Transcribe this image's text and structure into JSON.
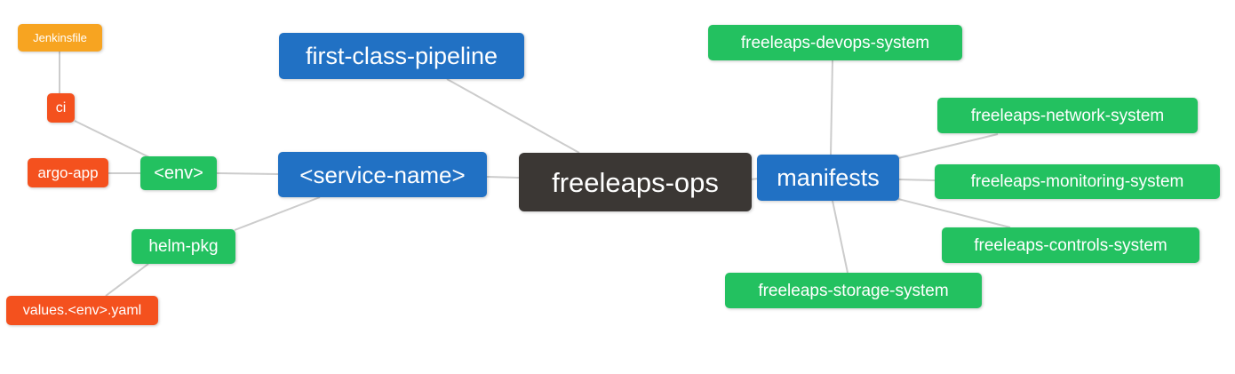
{
  "diagram": {
    "type": "mindmap",
    "root_label": "freeleaps-ops",
    "palette": {
      "background": "#ffffff",
      "text": "#ffffff",
      "edge": "#cccccc",
      "blue": "#2171c4",
      "green": "#23c160",
      "orange": "#f7a421",
      "red": "#f4511e",
      "dark": "#3b3734"
    },
    "nodes": [
      {
        "id": "jenkinsfile",
        "label": "Jenkinsfile",
        "color": "orange"
      },
      {
        "id": "ci",
        "label": "ci",
        "color": "red"
      },
      {
        "id": "argo-app",
        "label": "argo-app",
        "color": "red"
      },
      {
        "id": "env",
        "label": "<env>",
        "color": "green"
      },
      {
        "id": "first-class-pipeline",
        "label": "first-class-pipeline",
        "color": "blue"
      },
      {
        "id": "service-name",
        "label": "<service-name>",
        "color": "blue"
      },
      {
        "id": "freeleaps-ops",
        "label": "freeleaps-ops",
        "color": "dark"
      },
      {
        "id": "manifests",
        "label": "manifests",
        "color": "blue"
      },
      {
        "id": "freeleaps-devops-system",
        "label": "freeleaps-devops-system",
        "color": "green"
      },
      {
        "id": "freeleaps-network-system",
        "label": "freeleaps-network-system",
        "color": "green"
      },
      {
        "id": "freeleaps-monitoring-system",
        "label": "freeleaps-monitoring-system",
        "color": "green"
      },
      {
        "id": "freeleaps-controls-system",
        "label": "freeleaps-controls-system",
        "color": "green"
      },
      {
        "id": "freeleaps-storage-system",
        "label": "freeleaps-storage-system",
        "color": "green"
      },
      {
        "id": "helm-pkg",
        "label": "helm-pkg",
        "color": "green"
      },
      {
        "id": "values-env-yaml",
        "label": "values.<env>.yaml",
        "color": "red"
      }
    ],
    "edges": [
      [
        "Jenkinsfile",
        "ci"
      ],
      [
        "ci",
        "<env>"
      ],
      [
        "argo-app",
        "<env>"
      ],
      [
        "<env>",
        "<service-name>"
      ],
      [
        "<service-name>",
        "freeleaps-ops"
      ],
      [
        "first-class-pipeline",
        "freeleaps-ops"
      ],
      [
        "freeleaps-ops",
        "manifests"
      ],
      [
        "manifests",
        "freeleaps-devops-system"
      ],
      [
        "manifests",
        "freeleaps-network-system"
      ],
      [
        "manifests",
        "freeleaps-monitoring-system"
      ],
      [
        "manifests",
        "freeleaps-controls-system"
      ],
      [
        "manifests",
        "freeleaps-storage-system"
      ],
      [
        "<service-name>",
        "helm-pkg"
      ],
      [
        "helm-pkg",
        "values.<env>.yaml"
      ]
    ]
  }
}
